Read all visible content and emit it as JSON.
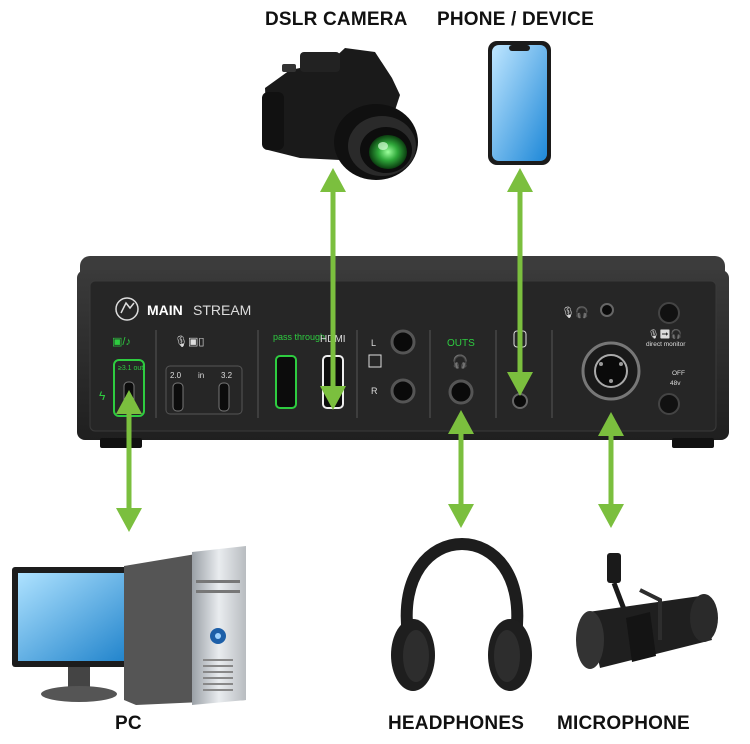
{
  "labels": {
    "camera": "DSLR CAMERA",
    "phone": "PHONE / DEVICE",
    "pc": "PC",
    "headphones": "HEADPHONES",
    "microphone": "MICROPHONE"
  },
  "device": {
    "brand_bold": "MAIN",
    "brand_light": "STREAM",
    "usb_out_label": "≥3.1 out",
    "usb_in_left": "2.0",
    "usb_in_mid": "in",
    "usb_in_right": "3.2",
    "pass_through": "pass through",
    "hdmi": "HDMI",
    "in_left": "L",
    "in_right": "R",
    "outs": "OUTS",
    "direct_monitor": "direct monitor",
    "phantom_off": "OFF",
    "phantom_48v": "48v"
  },
  "colors": {
    "arrow": "#7bbf3e",
    "accent_green": "#2ecc40",
    "device_body": "#2b2b2b",
    "panel_text": "#dddddd"
  }
}
